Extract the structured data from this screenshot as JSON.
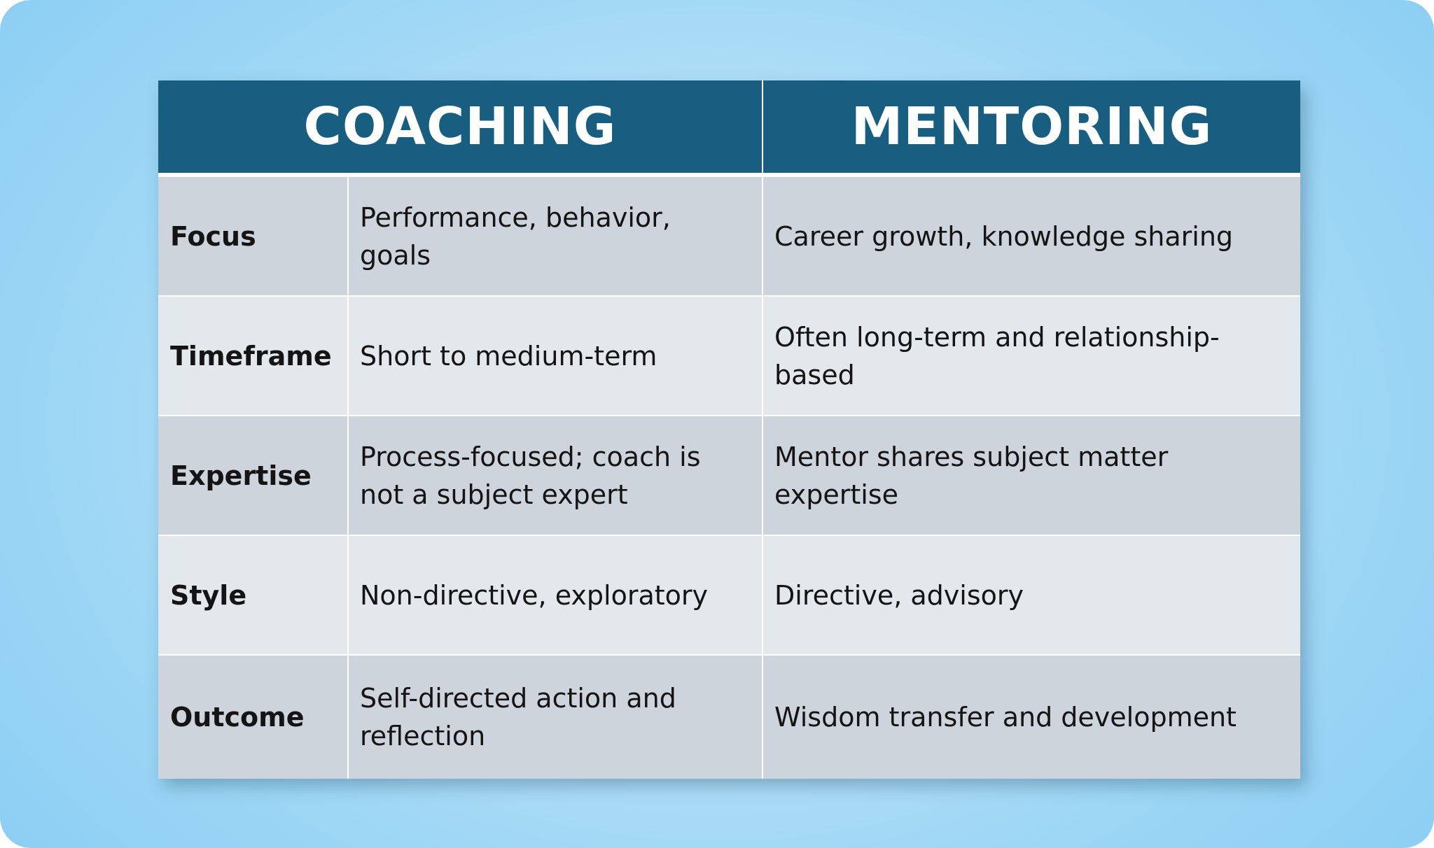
{
  "table": {
    "header": {
      "coaching": "COACHING",
      "mentoring": "MENTORING"
    },
    "rows": [
      {
        "label": "Focus",
        "coaching": "Performance, behavior, goals",
        "mentoring": "Career growth, knowledge sharing"
      },
      {
        "label": "Timeframe",
        "coaching": "Short to medium-term",
        "mentoring": "Often long-term and relationship-based"
      },
      {
        "label": "Expertise",
        "coaching": "Process-focused; coach is not a subject expert",
        "mentoring": "Mentor shares subject matter expertise"
      },
      {
        "label": "Style",
        "coaching": "Non-directive, exploratory",
        "mentoring": "Directive, advisory"
      },
      {
        "label": "Outcome",
        "coaching": "Self-directed action and reflection",
        "mentoring": "Wisdom transfer and development"
      }
    ]
  },
  "colors": {
    "header_background": "#175e80",
    "row_dark": "#ced4dc",
    "row_light": "#e3e8ec",
    "page_background": "#9dd6f5"
  }
}
